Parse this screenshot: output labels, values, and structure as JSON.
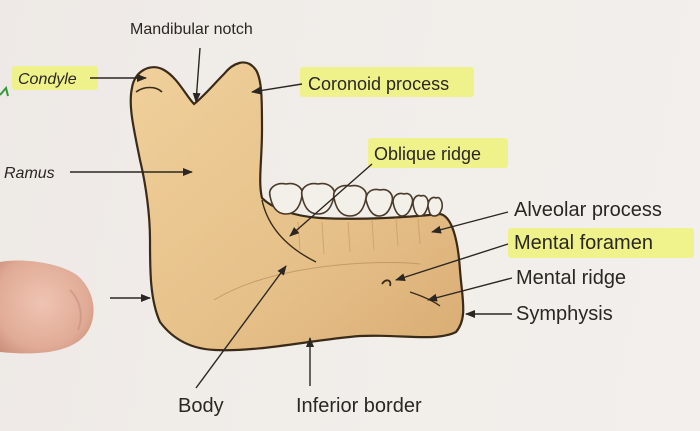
{
  "labels": {
    "mandibular_notch": "Mandibular notch",
    "condyle": "Condyle",
    "coronoid_process": "Coronoid process",
    "ramus": "Ramus",
    "oblique_ridge": "Oblique ridge",
    "alveolar_process": "Alveolar process",
    "mental_foramen": "Mental foramen",
    "mental_ridge": "Mental ridge",
    "symphysis": "Symphysis",
    "body": "Body",
    "inferior_border": "Inferior border"
  },
  "highlighted": [
    "condyle",
    "coronoid_process",
    "oblique_ridge",
    "mental_foramen"
  ],
  "colors": {
    "bone_fill": "#e8c48c",
    "bone_outline": "#3a2a18",
    "teeth_fill": "#f3efe9",
    "highlighter": "#eef27a",
    "text": "#2b2622",
    "page": "#efeae6",
    "finger": "#e6b7a4"
  }
}
